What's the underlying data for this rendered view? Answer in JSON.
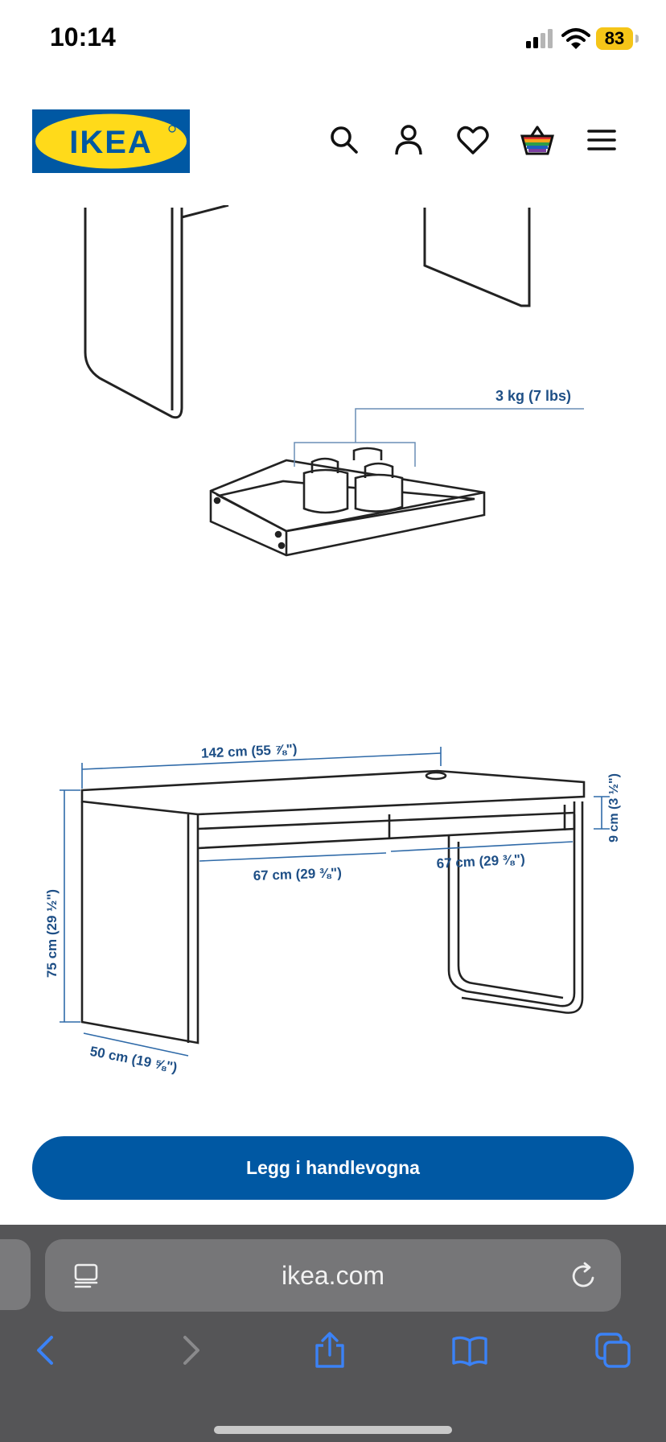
{
  "status_bar": {
    "time": "10:14",
    "battery": "83"
  },
  "header": {
    "logo_text": "IKEA"
  },
  "product_illustration": {
    "drawer_weight_label": "3 kg (7 lbs)",
    "dimensions": {
      "width": "142 cm (55 ⅞\")",
      "height": "75 cm (29 ½\")",
      "depth": "50 cm (19 ⅝\")",
      "left_opening": "67 cm (29 ⅜\")",
      "right_opening": "67 cm (29 ⅜\")",
      "apron_height": "9 cm (3 ½\")"
    }
  },
  "cta": {
    "label": "Legg i handlevogna"
  },
  "browser": {
    "url": "ikea.com"
  },
  "colors": {
    "ikea_blue": "#0058a3",
    "ikea_yellow": "#ffda1a",
    "dimension_blue": "#1e4f86"
  }
}
